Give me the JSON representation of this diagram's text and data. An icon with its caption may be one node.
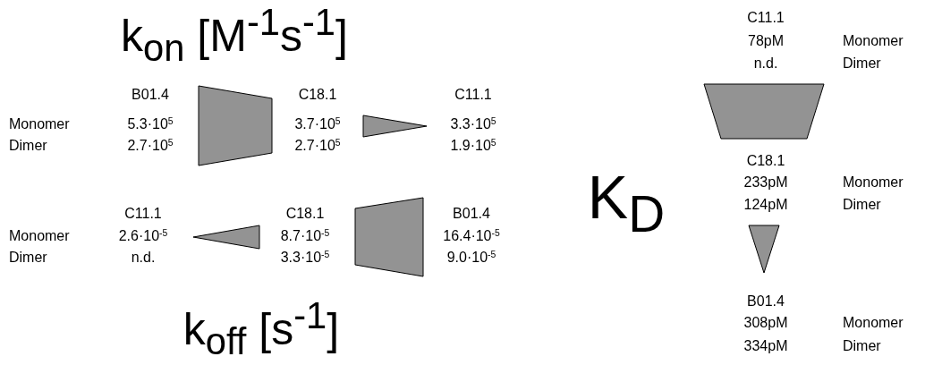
{
  "diagram": {
    "nodes": [
      {
        "text": [],
        "shape": "trapezoid"
      },
      {
        "text": [],
        "shape": "triangle"
      },
      {
        "text": [],
        "shape": "triangle"
      },
      {
        "text": [],
        "shape": "trapezoid"
      },
      {
        "text": [],
        "shape": "trapezoid"
      },
      {
        "text": [],
        "shape": "triangle"
      }
    ],
    "labels": [
      "k$_{on}$ [M$^{-1}$s$^{-1}$]",
      "B01.4",
      "C18.1",
      "C11.1",
      "Monomer",
      "5.3·10$^{5}$",
      "3.7·10$^{5}$",
      "3.3·10$^{5}$",
      "Dimer",
      "2.7·10$^{5}$",
      "2.7·10$^{5}$",
      "1.9·10$^{5}$",
      "C11.1",
      "C18.1",
      "B01.4",
      "Monomer",
      "2.6·10$^{-5}$",
      "8.7·10$^{-5}$",
      "16.4·10$^{-5}$",
      "Dimer",
      "n.d.",
      "3.3·10$^{-5}$",
      "9.0·10$^{-5}$",
      "k$_{off}$ [s$^{-1}$]",
      "C11.1",
      "78pM",
      "Monomer",
      "n.d.",
      "Dimer",
      "K$_{D}$",
      "C18.1",
      "233pM",
      "Monomer",
      "124pM",
      "Dimer",
      "B01.4",
      "308pM",
      "Monomer",
      "334pM",
      "Dimer"
    ]
  }
}
